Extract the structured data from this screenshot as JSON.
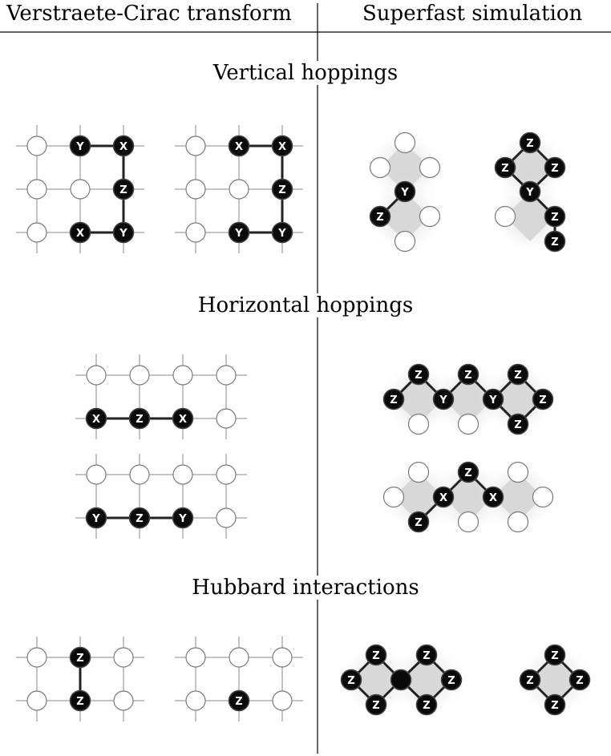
{
  "headers": {
    "left": "Verstraete-Cirac transform",
    "right": "Superfast simulation"
  },
  "sections": [
    {
      "id": "vertical",
      "title": "Vertical hoppings"
    },
    {
      "id": "horizontal",
      "title": "Horizontal hoppings"
    },
    {
      "id": "hubbard",
      "title": "Hubbard interactions"
    }
  ],
  "colors": {
    "node_empty_fill": "#ffffff",
    "node_empty_stroke": "#7a7a7a",
    "node_op_fill": "#0a0a0a",
    "node_op_text": "#ffffff",
    "grid_line": "#8a8a8a",
    "bond": "#222222",
    "plaquette": "#d8d8d8"
  },
  "diagrams": {
    "vc_vertical_a": [
      {
        "row": 0,
        "col": 1,
        "label": "Y"
      },
      {
        "row": 0,
        "col": 2,
        "label": "X"
      },
      {
        "row": 1,
        "col": 2,
        "label": "Z"
      },
      {
        "row": 2,
        "col": 1,
        "label": "X"
      },
      {
        "row": 2,
        "col": 2,
        "label": "Y"
      }
    ],
    "vc_vertical_b": [
      {
        "row": 0,
        "col": 1,
        "label": "X"
      },
      {
        "row": 0,
        "col": 2,
        "label": "X"
      },
      {
        "row": 1,
        "col": 2,
        "label": "Z"
      },
      {
        "row": 2,
        "col": 1,
        "label": "Y"
      },
      {
        "row": 2,
        "col": 2,
        "label": "Y"
      }
    ],
    "vc_horizontal_a": [
      {
        "row": 1,
        "col": 0,
        "label": "X"
      },
      {
        "row": 1,
        "col": 1,
        "label": "Z"
      },
      {
        "row": 1,
        "col": 2,
        "label": "X"
      }
    ],
    "vc_horizontal_b": [
      {
        "row": 1,
        "col": 0,
        "label": "Y"
      },
      {
        "row": 1,
        "col": 1,
        "label": "Z"
      },
      {
        "row": 1,
        "col": 2,
        "label": "Y"
      }
    ],
    "vc_hubbard_a": [
      {
        "row": 0,
        "col": 1,
        "label": "Z"
      },
      {
        "row": 1,
        "col": 1,
        "label": "Z"
      }
    ],
    "vc_hubbard_b": [
      {
        "row": 1,
        "col": 1,
        "label": "Z"
      }
    ],
    "sf_vertical_a": [
      "Y",
      "Z"
    ],
    "sf_vertical_b": [
      "Z",
      "Z",
      "Z",
      "Y",
      "Z",
      "Z"
    ],
    "sf_horizontal_a": [
      "Z",
      "Z",
      "Y",
      "Z",
      "Y",
      "Z",
      "Z",
      "Z"
    ],
    "sf_horizontal_b": [
      "X",
      "Z",
      "X",
      "Z"
    ],
    "sf_hubbard_a": [
      "Z",
      "Z",
      "Z",
      "Z",
      "Z",
      "Z"
    ],
    "sf_hubbard_b": [
      "Z",
      "Z",
      "Z",
      "Z"
    ]
  }
}
